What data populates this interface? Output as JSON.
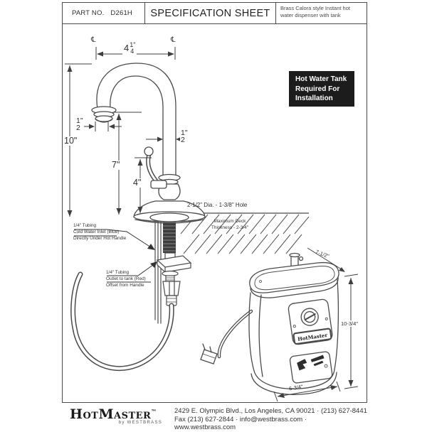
{
  "header": {
    "part_label": "PART NO.",
    "part_number": "D261H",
    "title": "SPECIFICATION SHEET",
    "description": "Brass Calora style Instant hot water dispenser with tank"
  },
  "notice": {
    "bg": "#1c1c1c",
    "fg": "#ffffff",
    "lines": [
      "Hot Water Tank",
      "Required For",
      "Installation"
    ]
  },
  "faucet": {
    "centerline_symbol": "℄",
    "dim_top": {
      "whole": "4",
      "num": "1",
      "den": "4",
      "unit": "\""
    },
    "dim_tip": {
      "num": "1",
      "den": "2",
      "unit": "\""
    },
    "dim_column": {
      "num": "1",
      "den": "2",
      "unit": "\""
    },
    "dim_height": "10\"",
    "dim_spout": "7\"",
    "dim_handle": "4\"",
    "hole_note": "2-1/2\" Dia. - 1-3/8\" Hole",
    "deck_note_line1": "Maximum Deck",
    "deck_note_line2": "Thickness - 2-3/4\"",
    "cold_note": [
      "1/4\" Tubing",
      "Cold Water Inlet (Blue)",
      "Directly Under Hot Handle"
    ],
    "outlet_note": [
      "1/4\" Tubing",
      "Outlet to tank (Red)",
      "Offset from Handle"
    ]
  },
  "tank": {
    "dim_depth": "7-1/2\"",
    "dim_height": "10-3/4\"",
    "dim_width": "6-3/4\"",
    "brand_plate": "HotMaster"
  },
  "footer": {
    "logo_text": "HotMaster",
    "logo_tm": "™",
    "byline": "by WESTBRASS",
    "address_line1": "2429 E. Olympic Blvd., Los Angeles, CA  90021 · (213) 627-8441",
    "address_line2": "Fax (213) 627-2844 · info@westbrass.com ·  www.westbrass.com"
  },
  "colors": {
    "ink": "#333333",
    "line": "#4a4a4a",
    "notice_bg": "#1c1c1c",
    "notice_fg": "#ffffff"
  }
}
